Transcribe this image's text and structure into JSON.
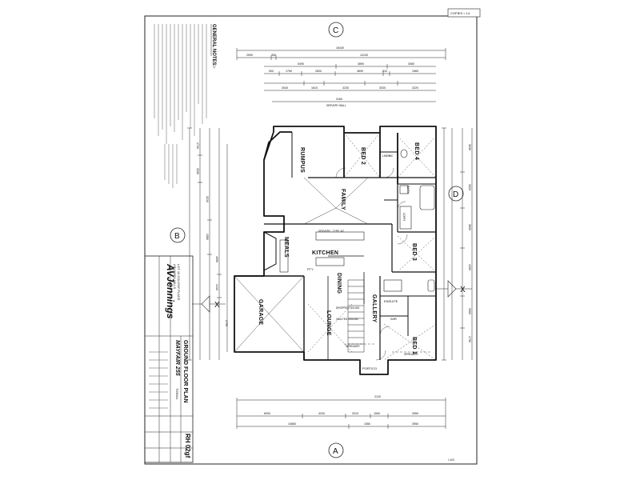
{
  "sheet": {
    "copies_stamp": "COPIES = 14",
    "general_notes_heading": "GENERAL NOTES:-",
    "sheet_number": "RH 02gf",
    "plan_title": "GROUND FLOOR PLAN",
    "design_name": "MAYFAIR 255",
    "facade": "TORAN",
    "lot_line": "LOT 10 COLONY PLACE",
    "suburb_line": "ARUNDEL HILLS",
    "brand": "AVJennings",
    "scale_note": "1:100"
  },
  "grid_markers": {
    "top": "C",
    "bottom": "A",
    "left": "B",
    "right": "D"
  },
  "section_markers": {
    "left": "X",
    "right": "X"
  },
  "rooms": {
    "rumpus": "RUMPUS",
    "bed2": "BED 2",
    "bed4": "BED 4",
    "linen": "LINEN",
    "bath": "BATH",
    "family": "FAMILY",
    "laundry": "LDRY",
    "bed3": "BED 3",
    "meals": "MEALS",
    "kitchen": "KITCHEN",
    "dining": "DINING",
    "garage": "GARAGE",
    "lounge": "LOUNGE",
    "gallery": "GALLERY",
    "ensuite": "ENSUITE",
    "wir": "WIR",
    "bed1": "BED 1",
    "portico": "PORTICO"
  },
  "annotations": {
    "servery_wall": "SERVERY WALL",
    "servery": "SERVERY - TYPE 'A2'",
    "wc": "WC",
    "pty": "PTY",
    "spreader_1": "SPREADER",
    "spreader_2": "SPREADER",
    "dropped_ceiling": "DROPPED CEILING",
    "vaulted_ceiling": "VAULTED CEILING"
  },
  "dimensions": {
    "top_overall": "16440",
    "top_row2": [
      "2590",
      "350",
      "12240"
    ],
    "top_row3": [
      "5490",
      "3890",
      "3080"
    ],
    "top_row4": [
      "900",
      "1750",
      "2600",
      "3690",
      "510",
      "1560"
    ],
    "top_row5": [
      "3040",
      "1610",
      "3230",
      "3030",
      "3220"
    ],
    "top_row6": [
      "3160"
    ],
    "bottom_row1": [
      "6930",
      "4200",
      "3310",
      "1500",
      "3950"
    ],
    "bottom_row2": [
      "10680",
      "1550",
      "3950"
    ],
    "bottom_row0": [
      "2120"
    ],
    "left_dims": [
      "1720",
      "3330",
      "3210",
      "4360",
      "4050",
      "2410",
      "2750"
    ],
    "right_dims": [
      "3030",
      "3320",
      "3600",
      "4150",
      "3300",
      "1730"
    ]
  }
}
